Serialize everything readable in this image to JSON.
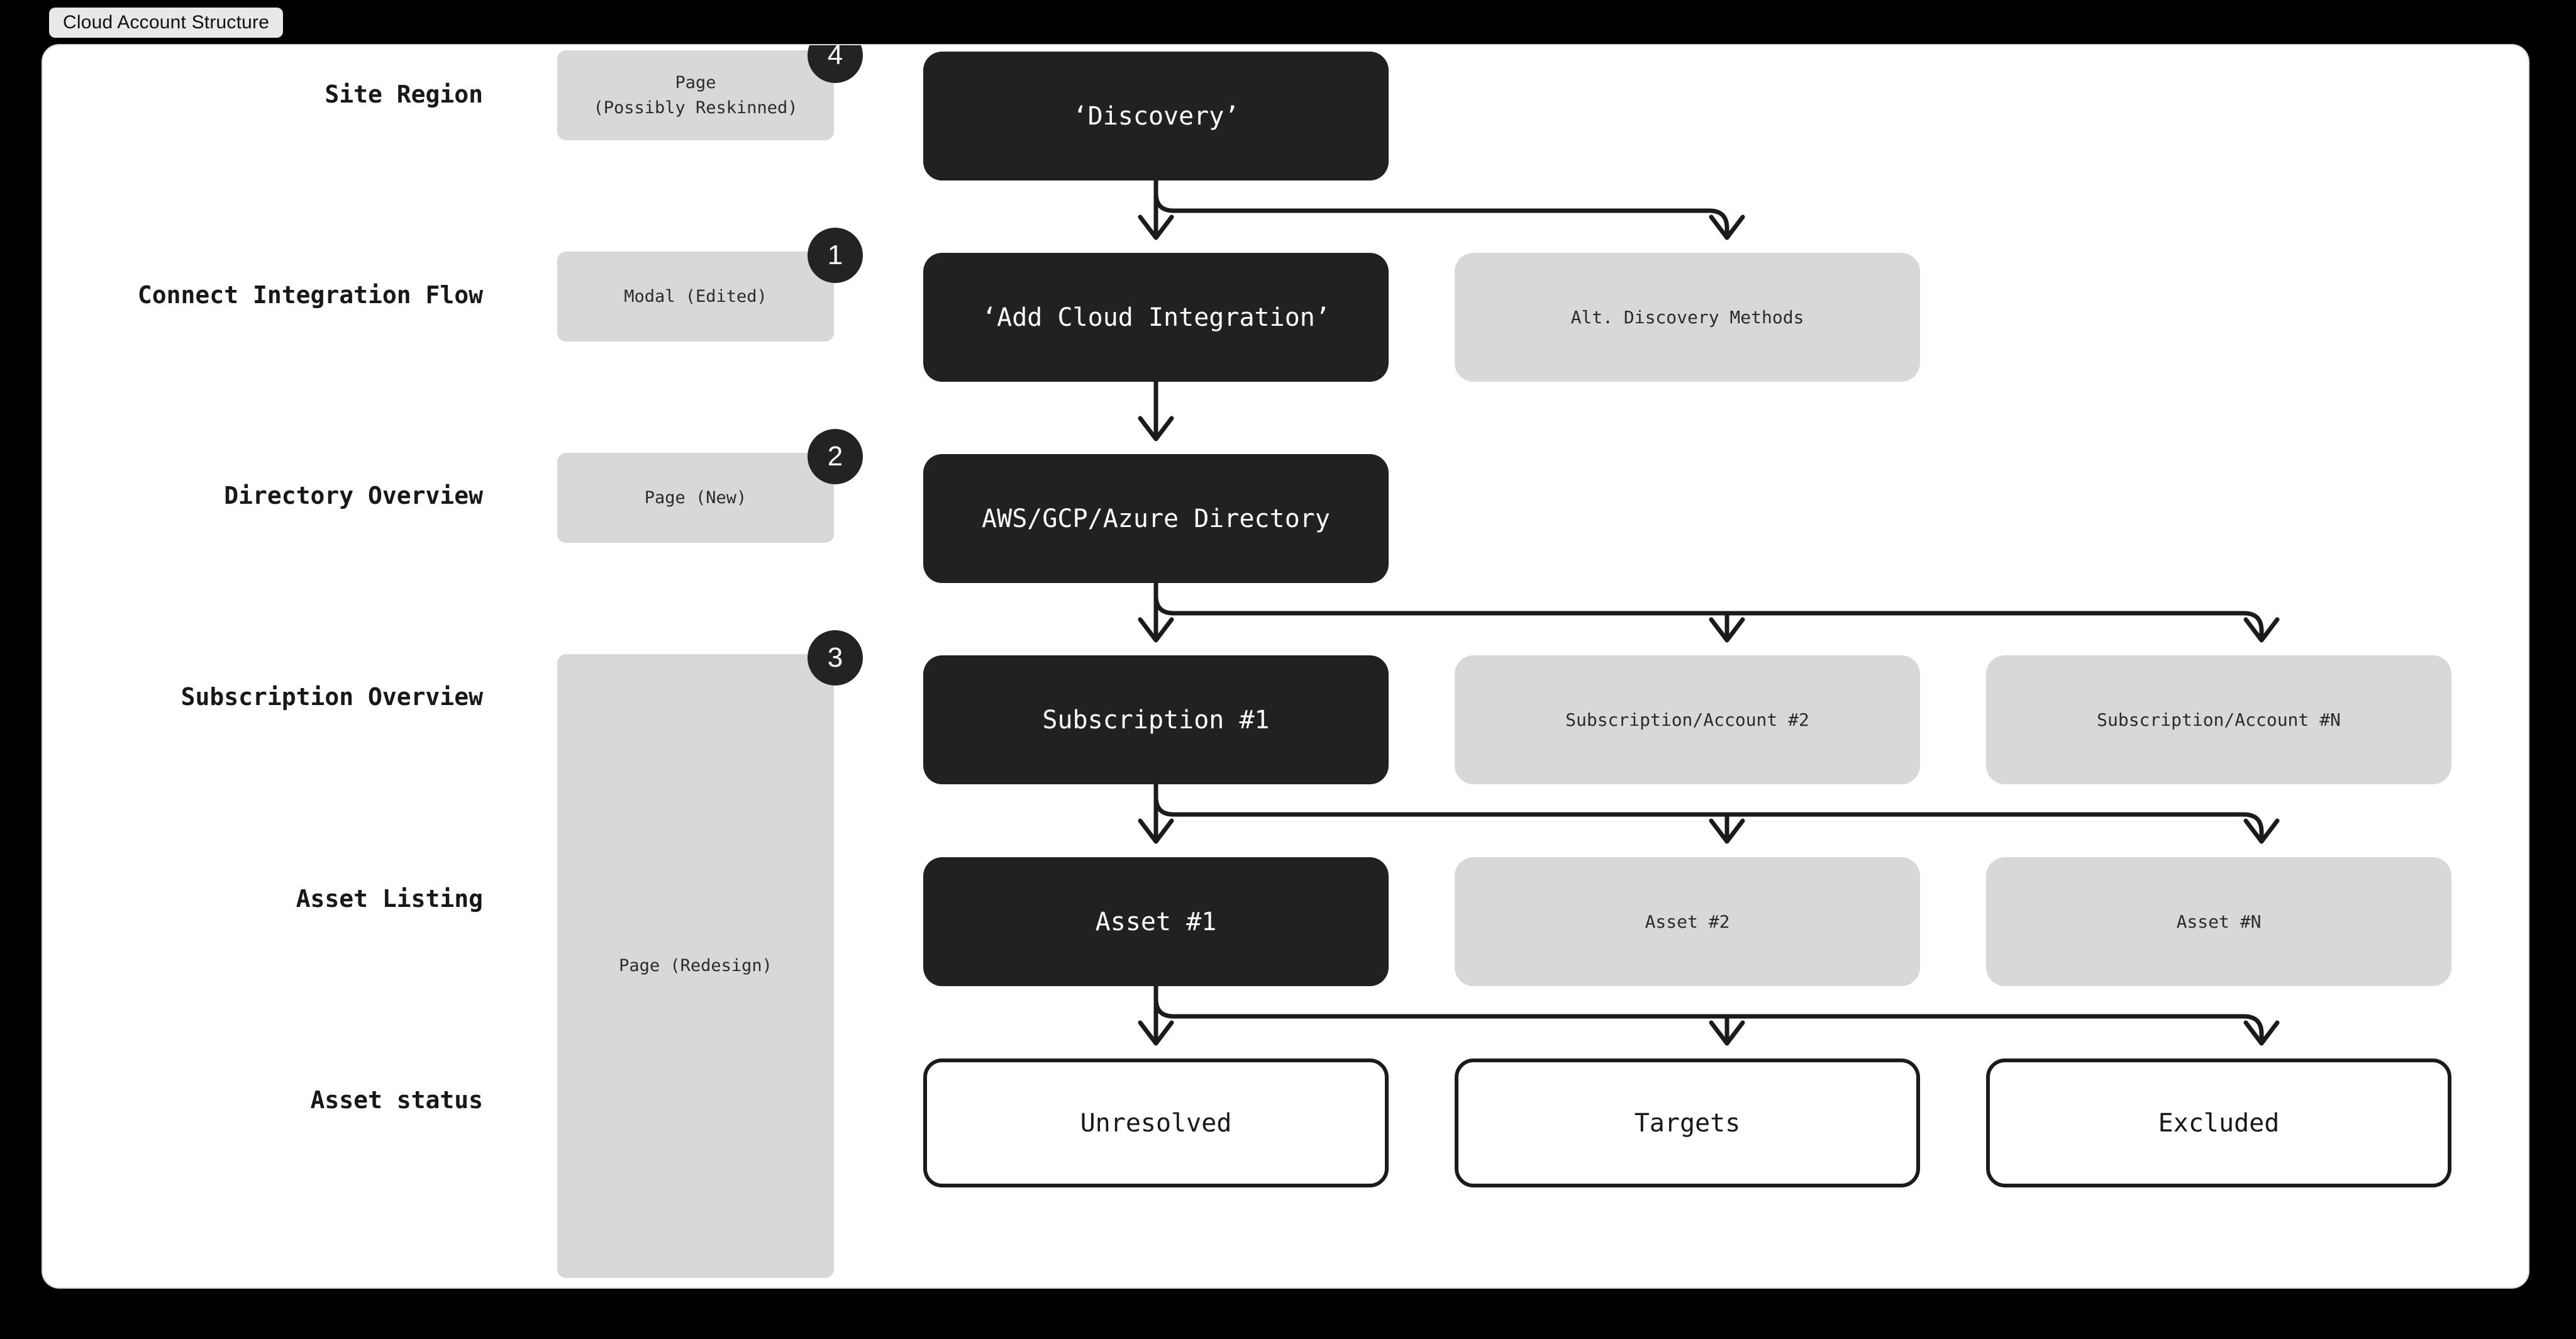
{
  "window": {
    "title": "Cloud Account Structure"
  },
  "rows": [
    {
      "key": "site-region",
      "label": "Site Region"
    },
    {
      "key": "connect-integration-flow",
      "label": "Connect Integration Flow"
    },
    {
      "key": "directory-overview",
      "label": "Directory Overview"
    },
    {
      "key": "subscription-overview",
      "label": "Subscription Overview"
    },
    {
      "key": "asset-listing",
      "label": "Asset Listing"
    },
    {
      "key": "asset-status",
      "label": "Asset status"
    }
  ],
  "annotations": [
    {
      "key": "site-region-anno",
      "badge": "4",
      "lines": [
        "Page",
        "(Possibly Reskinned)"
      ]
    },
    {
      "key": "connect-anno",
      "badge": "1",
      "lines": [
        "Modal (Edited)"
      ]
    },
    {
      "key": "directory-anno",
      "badge": "2",
      "lines": [
        "Page (New)"
      ]
    },
    {
      "key": "redesign-anno",
      "badge": "3",
      "lines": [
        "Page (Redesign)"
      ]
    }
  ],
  "nodes": {
    "discovery": "‘Discovery’",
    "add_cloud_integration": "‘Add Cloud Integration’",
    "alt_discovery_methods": "Alt. Discovery Methods",
    "directory": "AWS/GCP/Azure Directory",
    "subscription_1": "Subscription #1",
    "subscription_2": "Subscription/Account #2",
    "subscription_n": "Subscription/Account #N",
    "asset_1": "Asset #1",
    "asset_2": "Asset #2",
    "asset_n": "Asset #N",
    "status_unresolved": "Unresolved",
    "status_targets": "Targets",
    "status_excluded": "Excluded"
  },
  "colors": {
    "background": "#000000",
    "canvas": "#ffffff",
    "primary_node": "#212121",
    "secondary_node": "#d8d8d8",
    "annotation_box": "#d8d8d8",
    "badge": "#232323",
    "connector": "#1b1b1b",
    "title_pill": "#e8e8e8"
  }
}
